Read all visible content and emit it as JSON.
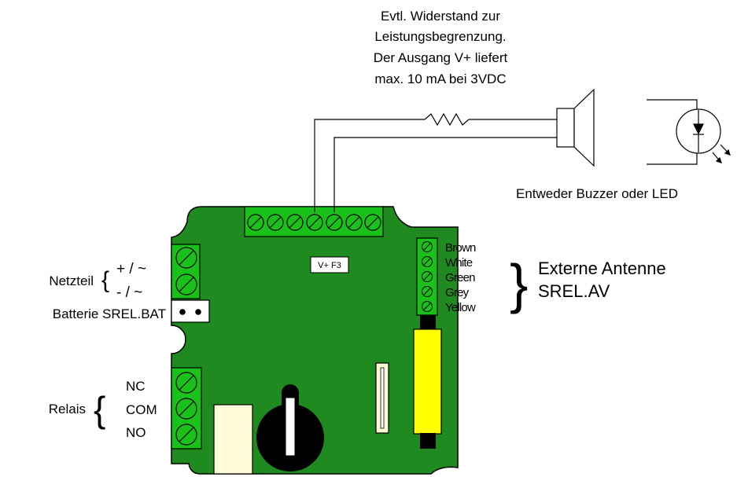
{
  "resistor_note": {
    "lines": [
      "Evtl. Widerstand zur",
      "Leistungsbegrenzung.",
      "Der Ausgang V+ liefert",
      "max. 10 mA bei 3VDC"
    ]
  },
  "output_caption": "Entweder Buzzer oder LED",
  "board": {
    "marking": "V+ F3",
    "colors": {
      "pcb": "#1f8a1f",
      "terminal": "#19c119",
      "relay": "#fffbd9",
      "module": "#ffff00",
      "battery_socket": "#ffffff",
      "buzzer": "#000000"
    }
  },
  "power": {
    "group_label": "Netzteil",
    "plus": "+ / ~",
    "minus": "- / ~",
    "battery": "Batterie SREL.BAT"
  },
  "relay": {
    "group_label": "Relais",
    "nc": "NC",
    "com": "COM",
    "no": "NO"
  },
  "antenna": {
    "wires": [
      "Brown",
      "White",
      "Green",
      "Grey",
      "Yellow"
    ],
    "title_line1": "Externe Antenne",
    "title_line2": "SREL.AV"
  }
}
